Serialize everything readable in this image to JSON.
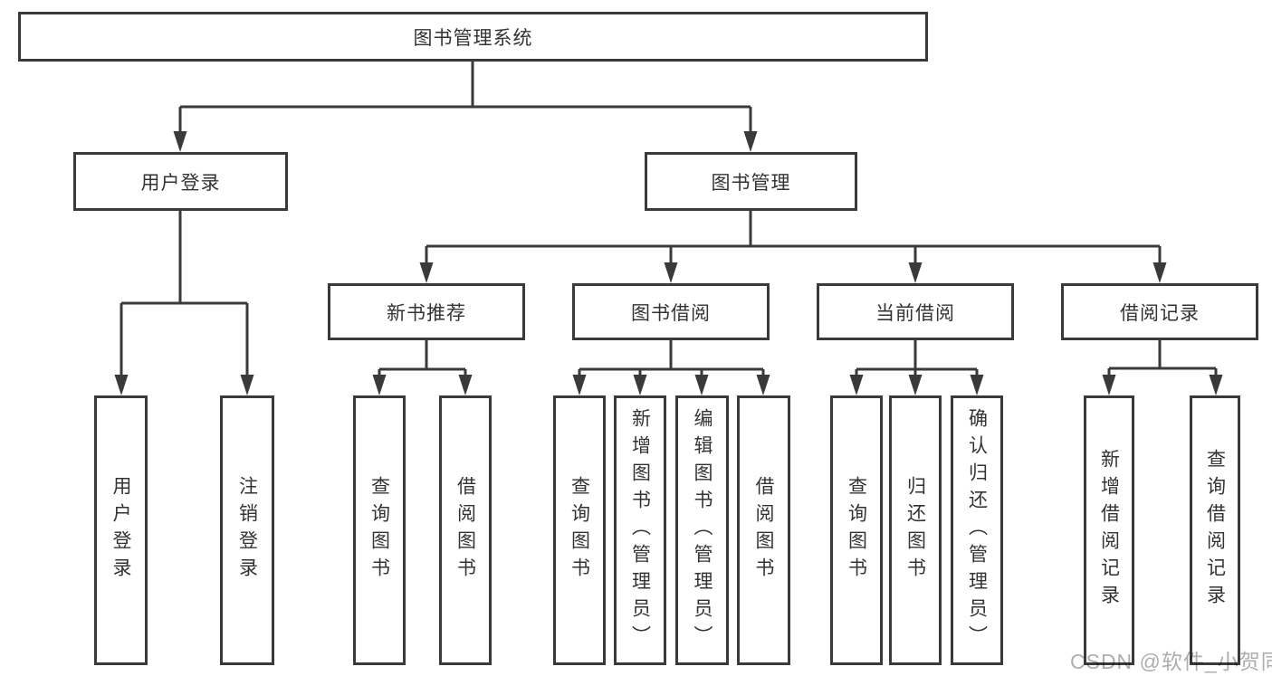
{
  "page": {
    "background": "#ffffff",
    "watermark": "CSDN @软件_小贺同学"
  },
  "colors": {
    "line": "#3a3a3a",
    "node_border": "#3a3a3a",
    "node_fill": "#ffffff",
    "text": "#333333",
    "watermark": "#a5a5a5"
  },
  "tree": {
    "root": "图书管理系统",
    "login": {
      "label": "用户登录",
      "leaves": [
        "用户登录",
        "注销登录"
      ]
    },
    "management": {
      "label": "图书管理",
      "sections": [
        {
          "label": "新书推荐",
          "leaves": [
            "查询图书",
            "借阅图书"
          ]
        },
        {
          "label": "图书借阅",
          "leaves": [
            "查询图书",
            "新增图书（管理员）",
            "编辑图书（管理员）",
            "借阅图书"
          ]
        },
        {
          "label": "当前借阅",
          "leaves": [
            "查询图书",
            "归还图书",
            "确认归还（管理员）"
          ]
        },
        {
          "label": "借阅记录",
          "leaves": [
            "新增借阅记录",
            "查询借阅记录"
          ]
        }
      ]
    }
  }
}
